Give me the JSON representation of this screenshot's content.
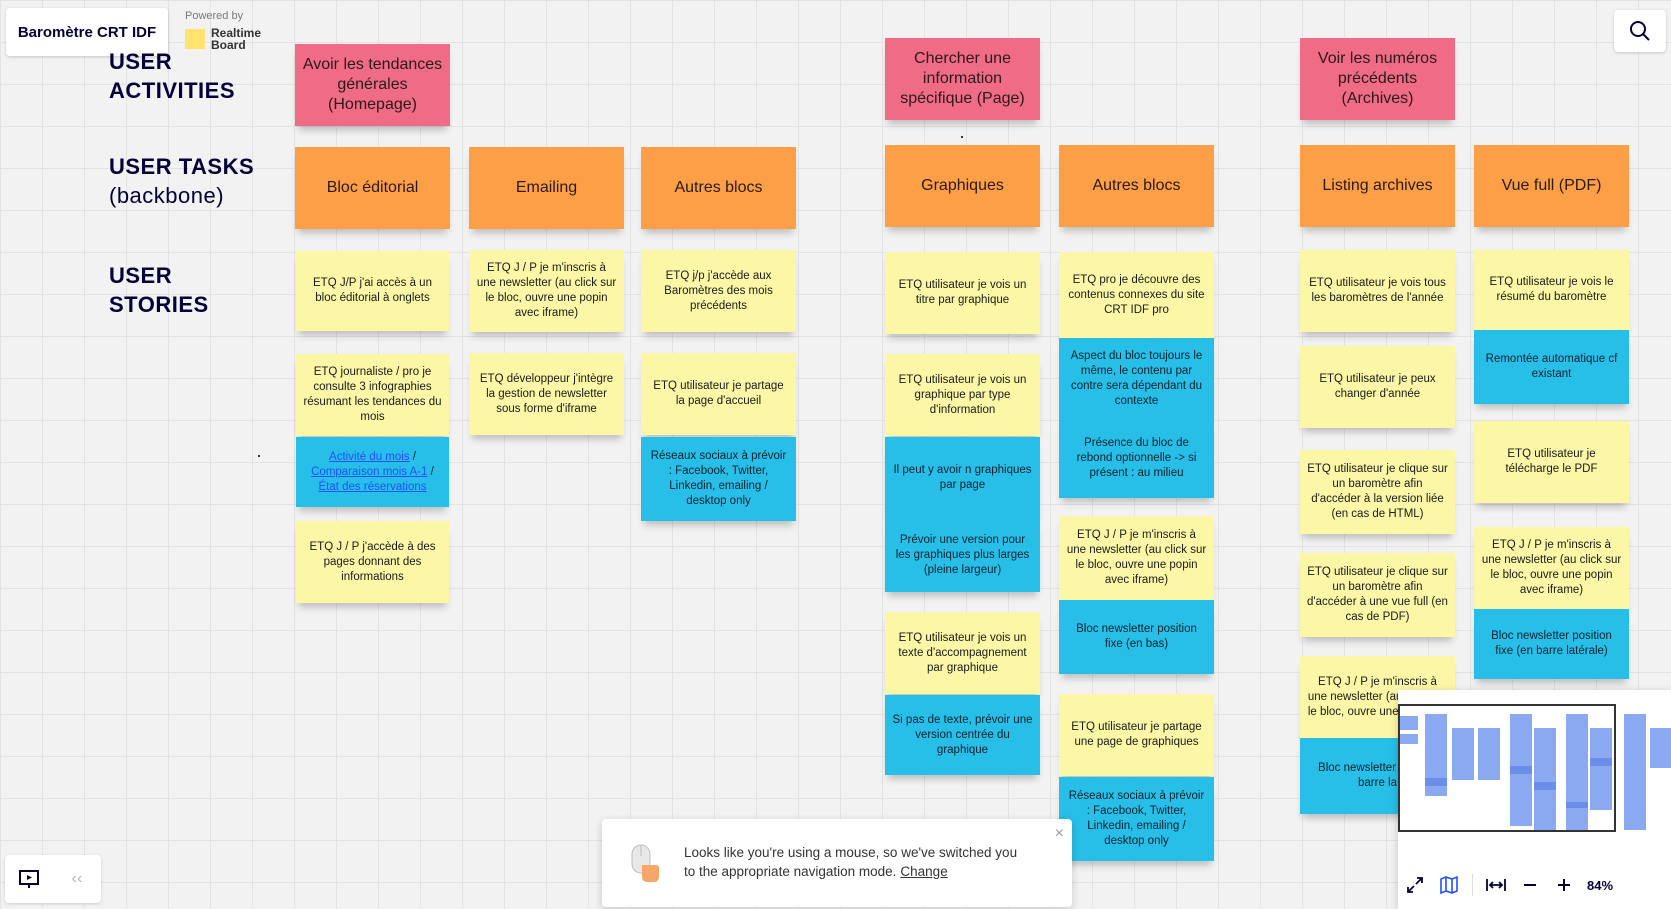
{
  "header": {
    "board_title": "Baromètre CRT IDF",
    "powered_by": "Powered by",
    "brand": "Realtime Board"
  },
  "rows": {
    "activities": "USER ACTIVITIES",
    "tasks": "USER TASKS",
    "tasks_sub": "(backbone)",
    "stories": "USER STORIES"
  },
  "activities": [
    "Avoir les tendances générales (Homepage)",
    "Chercher une information spécifique (Page)",
    "Voir les numéros précédents (Archives)"
  ],
  "tasks": [
    "Bloc éditorial",
    "Emailing",
    "Autres blocs",
    "Graphiques",
    "Autres blocs",
    "Listing archives",
    "Vue full (PDF)"
  ],
  "stories": {
    "s1": "ETQ J/P j'ai accès à un bloc éditorial à onglets",
    "s2": "ETQ journaliste / pro je consulte 3 infographies résumant les tendances du mois",
    "s3_link1": "Activité du mois",
    "s3_sep1": "/",
    "s3_link2": "Comparaison mois A-1",
    "s3_sep2": "/",
    "s3_link3": "État des réservations",
    "s4": "ETQ J / P j'accède à des pages donnant des informations",
    "s5": "ETQ J / P je m'inscris à une newsletter (au click sur le bloc, ouvre une popin avec iframe)",
    "s6": "ETQ développeur j'intègre la gestion de newsletter sous forme d'iframe",
    "s7": "ETQ j/p j'accède aux Baromètres des mois précédents",
    "s8": "ETQ utilisateur je partage la page d'accueil",
    "s9": "Réseaux sociaux à prévoir : Facebook, Twitter, Linkedin, emailing / desktop only",
    "s10": "ETQ utilisateur je vois un titre par graphique",
    "s11": "ETQ utilisateur je vois un graphique par type d'information",
    "s12": "Il peut y avoir n graphiques par page",
    "s13": "Prévoir une version pour les graphiques plus larges (pleine largeur)",
    "s14": "ETQ utilisateur je vois un texte d'accompagnement par graphique",
    "s15": "Si pas de texte, prévoir une version centrée du graphique",
    "s16": "ETQ pro je découvre des contenus connexes du site CRT IDF pro",
    "s17": "Aspect du bloc toujours le même, le contenu par contre sera dépendant du contexte",
    "s18": "Présence du bloc de rebond optionnelle -> si présent : au milieu",
    "s19": "ETQ J / P je m'inscris à une newsletter (au click sur le bloc, ouvre une popin avec iframe)",
    "s20": "Bloc newsletter position fixe (en bas)",
    "s21": "ETQ utilisateur je partage une page de graphiques",
    "s22": "Réseaux sociaux à prévoir : Facebook, Twitter, Linkedin, emailing / desktop only",
    "s23": "ETQ utilisateur je vois tous les baromètres de l'année",
    "s24": "ETQ utilisateur je peux changer d'année",
    "s25": "ETQ utilisateur je clique sur un baromètre afin d'accéder à la version liée (en cas de HTML)",
    "s26": "ETQ utilisateur je clique sur un baromètre afin d'accéder à une vue full (en cas de PDF)",
    "s27": "ETQ J / P je m'inscris à une newsletter (au click sur le bloc, ouvre une p iframe)",
    "s28": "Bloc newsletter fixe (en barre la",
    "s29": "ETQ utilisateur je vois le résumé du baromètre",
    "s30": "Remontée automatique cf existant",
    "s31": "ETQ utilisateur je télécharge le PDF",
    "s32": "ETQ J / P je m'inscris à une newsletter (au click sur le bloc, ouvre une popin avec iframe)",
    "s33": "Bloc newsletter position fixe (en barre latérale)"
  },
  "toast": {
    "message": "Looks like you're using a mouse, so we've switched you to the appropriate navigation mode.",
    "link": "Change",
    "close": "×"
  },
  "bottom_left": {
    "collapse": "‹‹"
  },
  "minimap": {
    "zoom": "84%"
  },
  "colors": {
    "pink": "#f06b85",
    "orange": "#fc9f47",
    "yellow": "#fcf7a6",
    "blue": "#27bfe7"
  },
  "icons": [
    "search-icon",
    "mouse-icon",
    "present-icon",
    "fit-screen-icon",
    "map-icon",
    "fit-width-icon",
    "zoom-out-icon",
    "zoom-in-icon"
  ]
}
